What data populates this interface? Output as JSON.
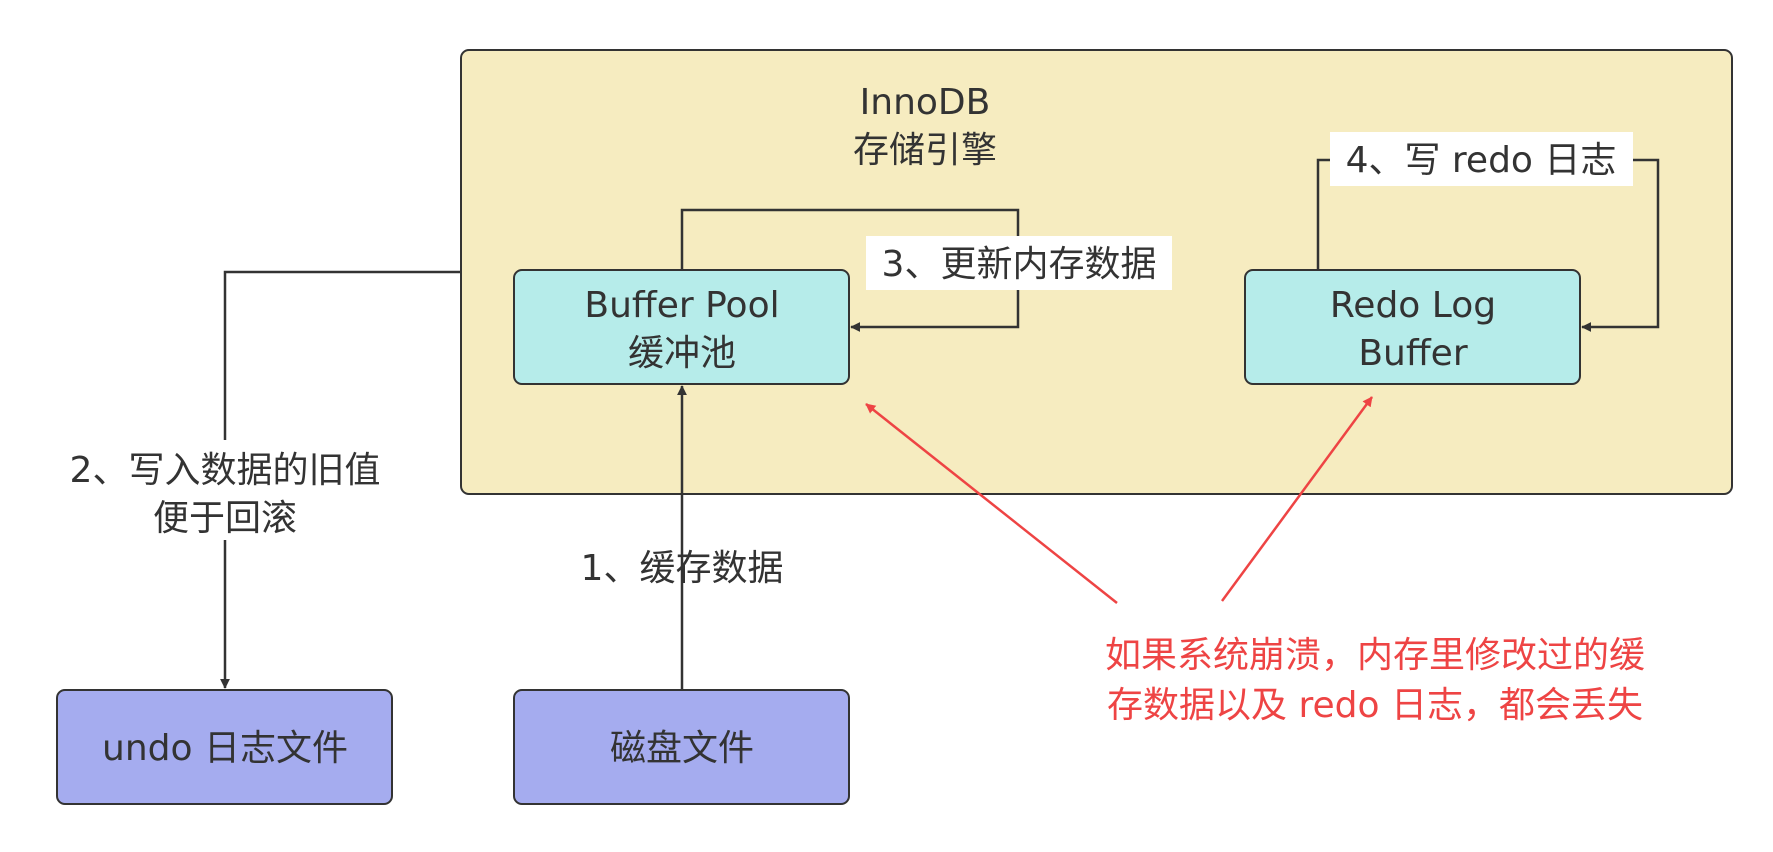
{
  "colors": {
    "engine_fill": "#f6ecc0",
    "engine_stroke": "#333333",
    "buffer_fill": "#b6ecea",
    "file_fill": "#a5acef",
    "edge": "#333333",
    "warning": "#ee4444"
  },
  "engine": {
    "title_line1": "InnoDB",
    "title_line2": "存储引擎"
  },
  "nodes": {
    "buffer_pool": {
      "line1": "Buffer Pool",
      "line2": "缓冲池"
    },
    "redo_log_buffer": {
      "line1": "Redo Log",
      "line2": "Buffer"
    },
    "undo_file": {
      "label": "undo 日志文件"
    },
    "disk_file": {
      "label": "磁盘文件"
    }
  },
  "edges": {
    "step1": "1、缓存数据",
    "step2_line1": "2、写入数据的旧值",
    "step2_line2": "便于回滚",
    "step3": "3、更新内存数据",
    "step4": "4、写 redo 日志"
  },
  "note": {
    "line1": "如果系统崩溃，内存里修改过的缓",
    "line2": "存数据以及 redo 日志，都会丢失"
  }
}
